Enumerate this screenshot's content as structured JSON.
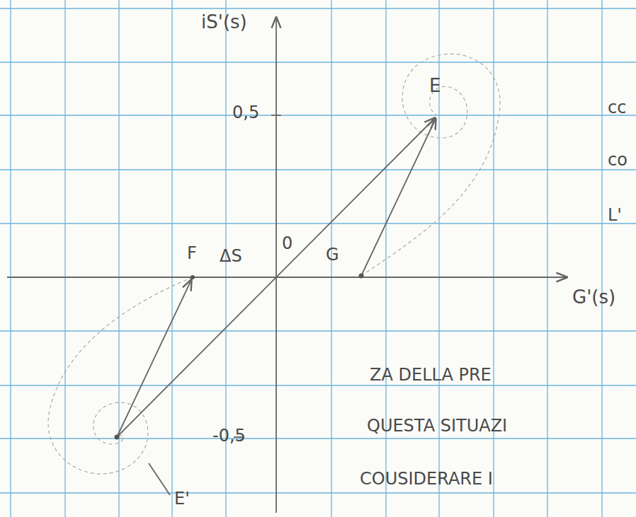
{
  "diagram": {
    "labels": [
      "iS'(s)",
      "0,5",
      "E",
      "cc",
      "co",
      "L'",
      "F",
      "ΔS",
      "0",
      "G",
      "G'(s)",
      "ZA DELLA PRE",
      "QUESTA SITUAZI",
      "COUSIDERARE I",
      "-0,5",
      "E'"
    ]
  }
}
